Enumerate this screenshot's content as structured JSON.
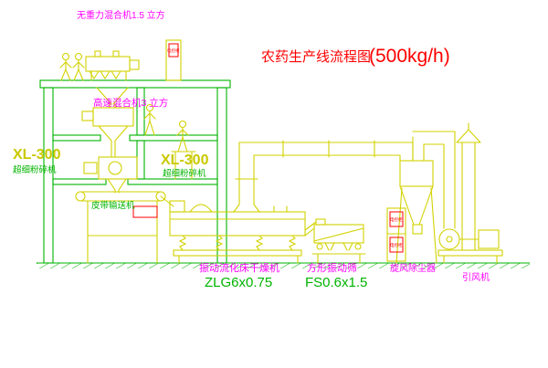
{
  "title": {
    "cn": "农药生产线流程图",
    "capacity": "(500kg/h)"
  },
  "labels": {
    "top_mixer": "无重力混合机1.5 立方",
    "high_speed_mixer": "高速混合机3 立方",
    "mill_left_model": "XL-300",
    "mill_left_name": "超细粉碎机",
    "mill_mid_model": "XL-300",
    "mill_mid_name": "超细粉碎机",
    "belt_conveyor": "皮带输送机",
    "dryer_name": "振动流化床干燥机",
    "dryer_model": "ZLG6x0.75",
    "screen_name": "方形振动筛",
    "screen_model": "FS0.6x1.5",
    "cyclone_name": "旋风除尘器",
    "fan_name": "引风机",
    "cabinet": "电控柜"
  },
  "colors": {
    "equipment_yellow": "#d2d200",
    "structure_green": "#00b400",
    "label_magenta": "#ff00ff",
    "title_red": "#ff0000",
    "model_yellow": "#c9c900"
  }
}
